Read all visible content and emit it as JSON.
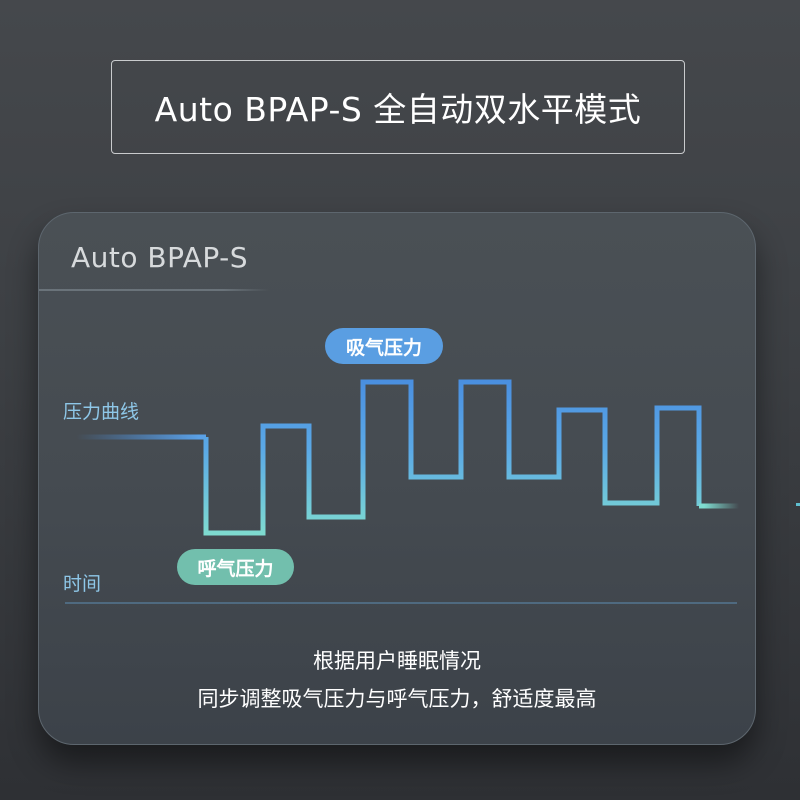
{
  "header": {
    "title": "Auto BPAP-S 全自动双水平模式"
  },
  "card": {
    "title": "Auto BPAP-S",
    "y_axis_label": "压力曲线",
    "x_axis_label": "时间",
    "inhale_label": "吸气压力",
    "exhale_label": "呼气压力",
    "description_line1": "根据用户睡眠情况",
    "description_line2": "同步调整吸气压力与呼气压力，舒适度最高"
  },
  "colors": {
    "background": "#3c3f43",
    "card": "#454b51",
    "line_top": "#4a90e2",
    "line_bottom": "#7fdcd0",
    "inhale_pill": "#5a9ee2",
    "exhale_pill": "#72bfad",
    "label_text": "#8ec7e8"
  },
  "chart_data": {
    "type": "line",
    "title": "Auto BPAP-S",
    "xlabel": "时间",
    "ylabel": "压力曲线",
    "step": true,
    "annotations": [
      "吸气压力",
      "呼气压力"
    ],
    "points": [
      [
        75,
        436
      ],
      [
        205,
        436
      ],
      [
        205,
        532
      ],
      [
        262,
        532
      ],
      [
        262,
        425
      ],
      [
        308,
        425
      ],
      [
        308,
        516
      ],
      [
        362,
        516
      ],
      [
        362,
        381
      ],
      [
        410,
        381
      ],
      [
        410,
        476
      ],
      [
        460,
        476
      ],
      [
        460,
        381
      ],
      [
        508,
        381
      ],
      [
        508,
        476
      ],
      [
        558,
        476
      ],
      [
        558,
        409
      ],
      [
        604,
        409
      ],
      [
        604,
        502
      ],
      [
        656,
        502
      ],
      [
        656,
        407
      ],
      [
        698,
        407
      ],
      [
        698,
        505
      ],
      [
        735,
        505
      ]
    ]
  }
}
